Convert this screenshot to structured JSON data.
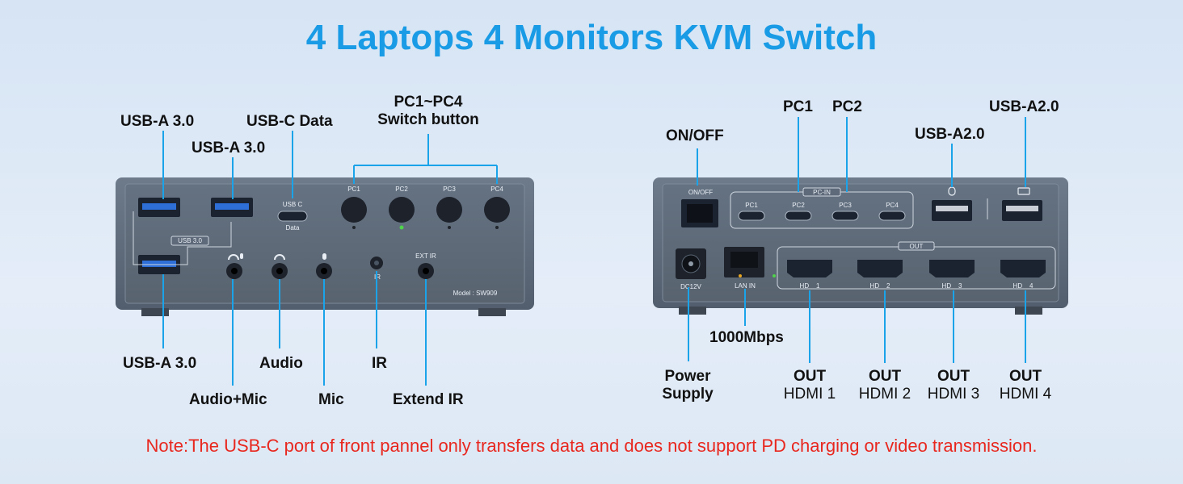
{
  "title": "4 Laptops 4 Monitors KVM Switch",
  "note": "Note:The USB-C port of front pannel only transfers data and does not support PD charging or video transmission.",
  "front": {
    "labels": {
      "usb_a_top_left": "USB-A 3.0",
      "usb_a_top_mid": "USB-A 3.0",
      "usb_c_data": "USB-C Data",
      "pc_switch_line1": "PC1~PC4",
      "pc_switch_line2": "Switch button",
      "usb_a_bottom": "USB-A 3.0",
      "audio": "Audio",
      "ir": "IR",
      "audio_mic": "Audio+Mic",
      "mic": "Mic",
      "extend_ir": "Extend IR"
    },
    "panel_text": {
      "usb_c": "USB C",
      "data": "Data",
      "usb30": "USB 3.0",
      "pc1": "PC1",
      "pc2": "PC2",
      "pc3": "PC3",
      "pc4": "PC4",
      "ext_ir": "EXT IR",
      "ir": "IR",
      "model": "Model : SW909"
    }
  },
  "back": {
    "labels": {
      "on_off": "ON/OFF",
      "pc1": "PC1",
      "pc2": "PC2",
      "usb_a20_mid": "USB-A2.0",
      "usb_a20_right": "USB-A2.0",
      "lan_speed": "1000Mbps",
      "power_line1": "Power",
      "power_line2": "Supply",
      "out": "OUT",
      "hdmi1": "HDMI 1",
      "hdmi2": "HDMI 2",
      "hdmi3": "HDMI 3",
      "hdmi4": "HDMI 4"
    },
    "panel_text": {
      "on_off": "ON/OFF",
      "pc_in": "PC-IN",
      "pc1": "PC1",
      "pc2": "PC2",
      "pc3": "PC3",
      "pc4": "PC4",
      "out": "OUT",
      "dc12v": "DC12V",
      "lan_in": "LAN IN",
      "hd1": "HD    1",
      "hd2": "HD    2",
      "hd3": "HD    3",
      "hd4": "HD    4"
    }
  },
  "colors": {
    "title": "#1a9be6",
    "note": "#e8281f",
    "leader": "#1aa3e8",
    "panel": "#5d6a7a"
  }
}
